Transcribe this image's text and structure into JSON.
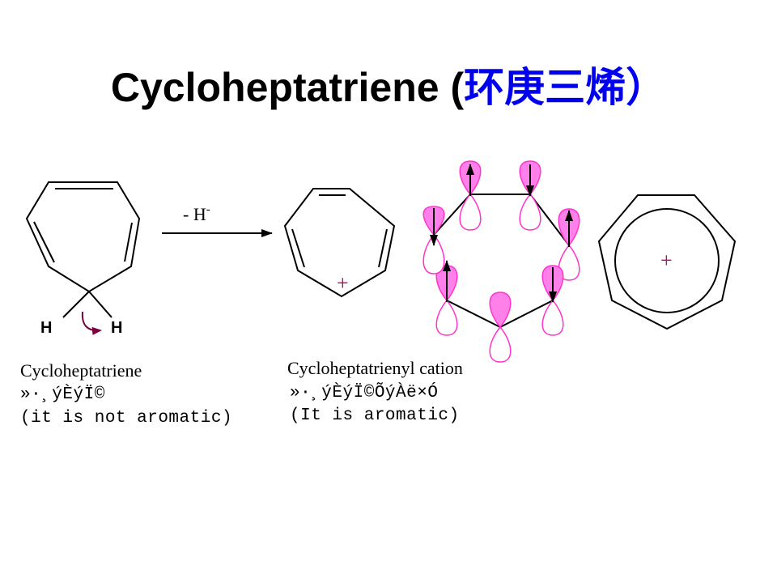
{
  "title": {
    "main": "Cycloheptatriene (",
    "chinese": "环庚三烯）"
  },
  "left_molecule": {
    "h_left": "H",
    "h_right": "H",
    "name": "Cycloheptatriene",
    "garbled": "»·¸ýÈýÏ©",
    "note": "(it is not aromatic)"
  },
  "reaction": {
    "reagent": "- H",
    "reagent_charge": "-"
  },
  "cation": {
    "charge": "+",
    "name": "Cycloheptatrienyl cation",
    "garbled": "»·¸ýÈýÏ©ÕýÀë×Ó",
    "note": "(It is aromatic)"
  },
  "aromatic_ring": {
    "charge": "+"
  },
  "colors": {
    "lobe_fill": "#ff80e8",
    "lobe_stroke": "#ff33cc",
    "curved_arrow": "#7a0040",
    "title_chinese": "#0000ee"
  }
}
